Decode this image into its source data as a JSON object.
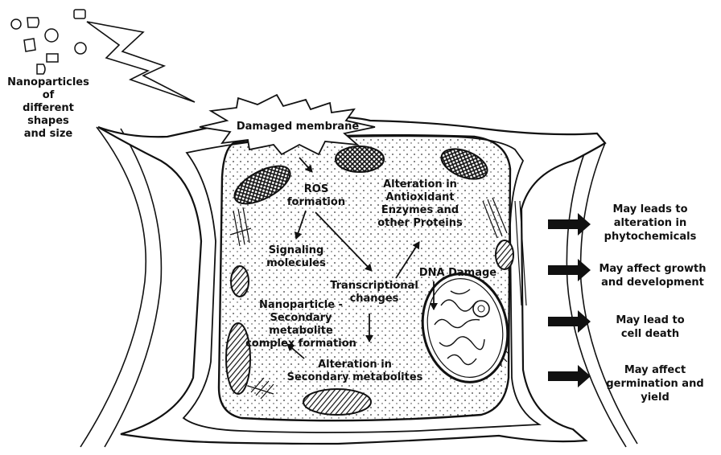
{
  "nanoparticles": {
    "label": "Nanoparticles of\ndifferent shapes\nand size"
  },
  "membrane": {
    "label": "Damaged membrane"
  },
  "cell_labels": {
    "ros": "ROS\nformation",
    "signaling": "Signaling\nmolecules",
    "antioxidant": "Alteration in\nAntioxidant\nEnzymes and\nother Proteins",
    "transcriptional": "Transcriptional\nchanges",
    "dna": "DNA Damage",
    "complex": "Nanoparticle -\nSecondary metabolite\ncomplex formation",
    "secondary": "Alteration in\nSecondary metabolites"
  },
  "outcomes": [
    {
      "text": "May leads to\nalteration in\nphytochemicals"
    },
    {
      "text": "May affect growth\nand development"
    },
    {
      "text": "May lead to\ncell death"
    },
    {
      "text": "May affect\ngermination and yield"
    }
  ]
}
